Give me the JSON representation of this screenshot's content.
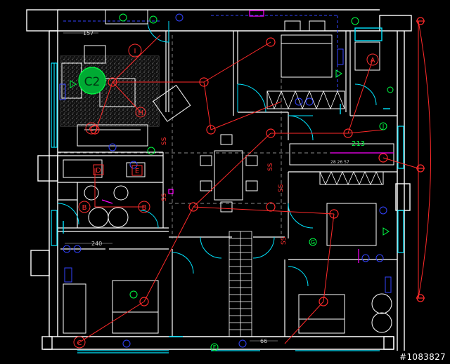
{
  "plan": {
    "room_tag_large": "C2",
    "tag_d": "D",
    "tag_e": "E",
    "tag_a": "A",
    "tag_b": "B",
    "tag_b2": "B",
    "tag_c": "C",
    "tag_c2": "C",
    "tag_h": "H",
    "tag_g": "G",
    "tag_f": "F",
    "tag_j": "J",
    "tag_i": "I",
    "dim_top": "157",
    "dim_left": "240",
    "dim_kitchen": "213",
    "kitchen_small_labels": "28    26    57",
    "dim_bottom": "66"
  },
  "watermark": "#1083827",
  "colors": {
    "wall": "#ffffff",
    "circuit": "#ff2a2a",
    "fixture": "#00e5ff",
    "outlet": "#3344ff",
    "switch": "#00ff44",
    "tag": "#ff3030",
    "accent": "#ff00ff",
    "dim": "#cccccc"
  }
}
